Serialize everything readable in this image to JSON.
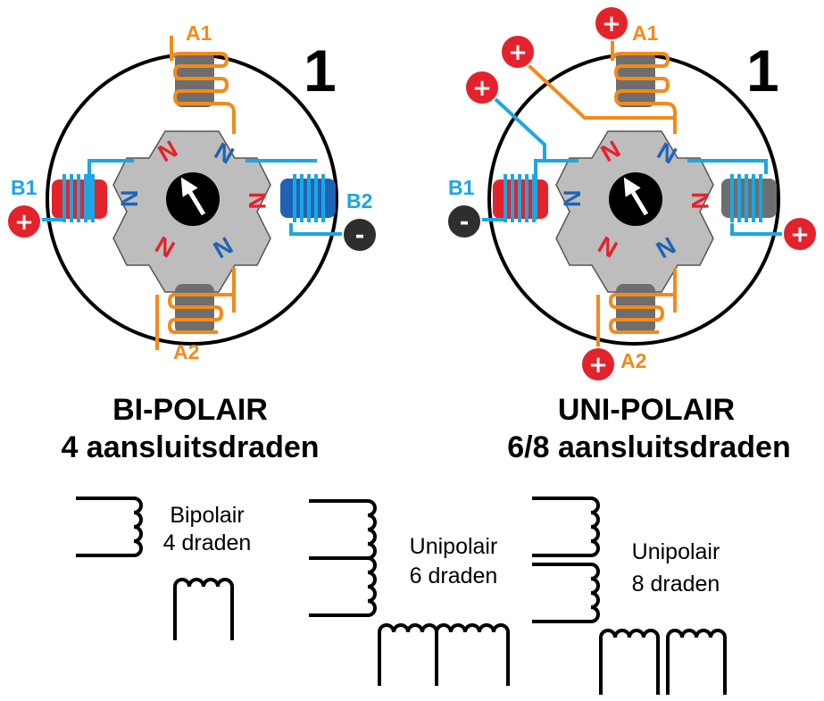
{
  "colors": {
    "orange": "#F28A1C",
    "blue": "#1CA6E2",
    "red": "#E3232B",
    "dark_blue": "#1F63B5",
    "gray": "#6E6E6E",
    "rotor": "#BDBDBD",
    "black": "#000000"
  },
  "bipolar": {
    "number": "1",
    "labels": {
      "a1": "A1",
      "a2": "A2",
      "b1": "B1",
      "b2": "B2"
    },
    "terminals": {
      "b1": "+",
      "b2": "-"
    },
    "poles": {
      "top_left": "N",
      "top_right": "N",
      "right": "N",
      "bottom_right": "N",
      "bottom_left": "N",
      "left": "N"
    },
    "title_line1": "BI-POLAIR",
    "title_line2": "4 aansluitsdraden"
  },
  "unipolar": {
    "number": "1",
    "labels": {
      "a1": "A1",
      "a2": "A2",
      "b1": "B1"
    },
    "terminals": {
      "top1": "+",
      "top2": "+",
      "top3": "+",
      "b1": "-",
      "right": "+",
      "bottom": "+"
    },
    "poles": {
      "top_left": "N",
      "top_right": "N",
      "right": "N",
      "bottom_right": "N",
      "bottom_left": "N",
      "left": "N"
    },
    "title_line1": "UNI-POLAIR",
    "title_line2": "6/8 aansluitsdraden"
  },
  "schematics": [
    {
      "line1": "Bipolair",
      "line2": "4 draden"
    },
    {
      "line1": "Unipolair",
      "line2": "6 draden"
    },
    {
      "line1": "Unipolair",
      "line2": "8 draden"
    }
  ]
}
